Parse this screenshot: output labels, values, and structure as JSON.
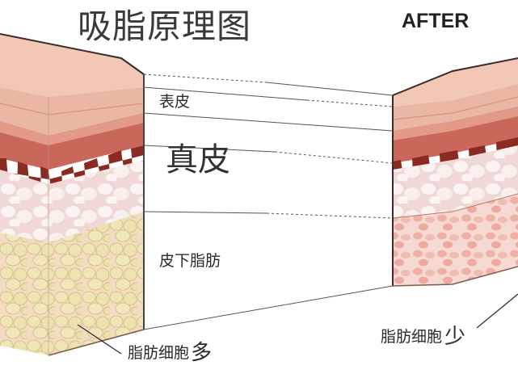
{
  "diagram": {
    "title": "吸脂原理图",
    "after_label": "AFTER",
    "layers": {
      "epidermis": "表皮",
      "dermis": "真皮",
      "subcutaneous_fat": "皮下脂肪"
    },
    "callouts": {
      "fat_cells_before": "脂肪细胞",
      "fat_cells_before_suffix": "多",
      "fat_cells_after": "脂肪细胞",
      "fat_cells_after_suffix": "少"
    }
  }
}
